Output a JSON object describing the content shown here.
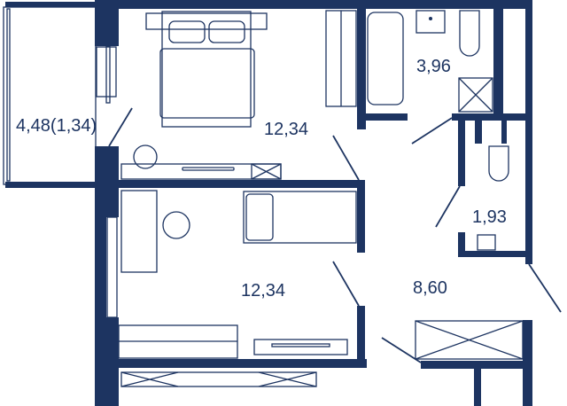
{
  "plan": {
    "wall_color": "#1d3461",
    "rooms": [
      {
        "name": "balcony",
        "area": "4,48(1,34)"
      },
      {
        "name": "bedroom",
        "area": "12,34"
      },
      {
        "name": "bathroom",
        "area": "3,96"
      },
      {
        "name": "toilet",
        "area": "1,93"
      },
      {
        "name": "children-room",
        "area": "12,34"
      },
      {
        "name": "hallway",
        "area": "8,60"
      }
    ]
  }
}
